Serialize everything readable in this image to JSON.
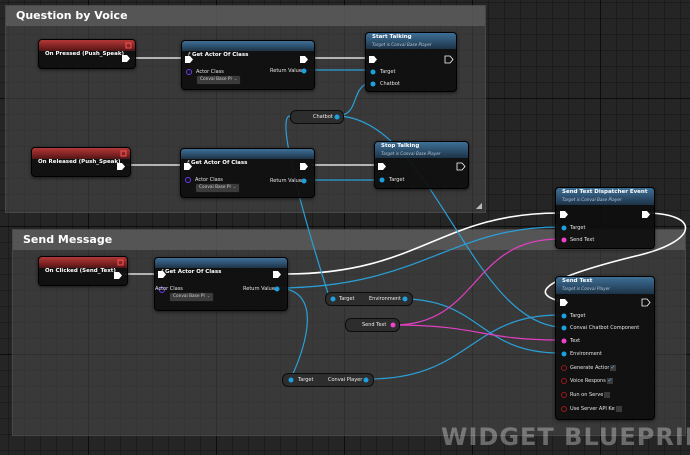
{
  "colors": {
    "exec": "#ffffff",
    "object": "#1da1de",
    "string": "#f041c8",
    "class": "#5a2de0",
    "bool": "#8a0e0e",
    "event_header": "#8e2828",
    "function_header": "#2f5a7e"
  },
  "comments": {
    "question_by_voice": "Question by Voice",
    "send_message": "Send Message"
  },
  "watermark": "WIDGET BLUEPRINT",
  "nodes": {
    "on_pressed": {
      "title": "On Pressed (Push_Speak)"
    },
    "get_actor_1": {
      "title": "Get Actor Of Class",
      "actor_class_label": "Actor Class",
      "return_label": "Return Value",
      "class_value": "Convai Base Pl"
    },
    "start_talking": {
      "title": "Start Talking",
      "subtitle": "Target is Convai Base Player",
      "target_label": "Target",
      "chatbot_label": "Chatbot"
    },
    "chatbot_var": {
      "label": "Chatbot"
    },
    "on_released": {
      "title": "On Released (Push_Speak)"
    },
    "get_actor_2": {
      "title": "Get Actor Of Class",
      "actor_class_label": "Actor Class",
      "return_label": "Return Value",
      "class_value": "Convai Base Pl"
    },
    "stop_talking": {
      "title": "Stop Talking",
      "subtitle": "Target is Convai Base Player",
      "target_label": "Target"
    },
    "send_dispatcher": {
      "title": "Send Text Dispatcher Event",
      "subtitle": "Target is Convai Base Player",
      "target_label": "Target",
      "send_text_label": "Send Text"
    },
    "on_clicked": {
      "title": "On Clicked (Send_Text)"
    },
    "get_actor_3": {
      "title": "Get Actor Of Class",
      "actor_class_label": "Actor Class",
      "return_label": "Return Value",
      "class_value": "Convai Base Pl"
    },
    "target_env": {
      "target_label": "Target",
      "env_label": "Environment"
    },
    "send_text_var": {
      "label": "Send Text"
    },
    "target_player": {
      "target_label": "Target",
      "player_label": "Convai Player"
    },
    "send_text": {
      "title": "Send Text",
      "subtitle": "Target is Convai Player",
      "target_label": "Target",
      "component_label": "Convai Chatbot Component",
      "text_label": "Text",
      "env_label": "Environment",
      "gen_actions_label": "Generate Actions",
      "gen_actions_checked": true,
      "voice_label": "Voice Response",
      "voice_checked": true,
      "run_server_label": "Run on Server",
      "run_server_checked": false,
      "api_key_label": "Use Server API Key",
      "api_key_checked": false
    }
  }
}
